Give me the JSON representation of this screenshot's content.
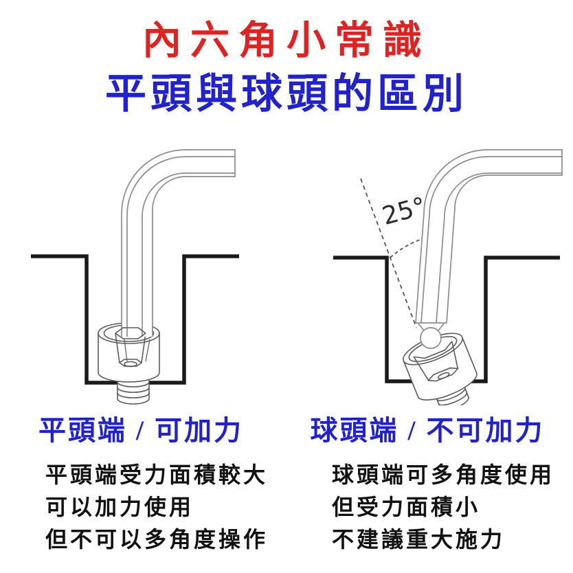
{
  "titles": {
    "main": "內六角小常識",
    "subtitle": "平頭與球頭的區別"
  },
  "labels": {
    "flat_head": "平頭端 / 可加力",
    "ball_head": "球頭端 / 不可加力"
  },
  "descriptions": {
    "flat_head": [
      "平頭端受力面積較大",
      "可以加力使用",
      "但不可以多角度操作"
    ],
    "ball_head": [
      "球頭端可多角度使用",
      "但受力面積小",
      "不建議重大施力"
    ]
  },
  "diagrams": {
    "flat_head": {
      "icon": "flat-end-hex-key-inserted-straight-in-socket-screw"
    },
    "ball_head": {
      "icon": "ball-end-hex-key-tilted-in-socket-screw",
      "angle_label": "25°"
    }
  },
  "colors": {
    "title_red": "#DE2323",
    "title_blue": "#2222CC",
    "text_black": "#111111",
    "key_outline_gray": "#8C8C8C",
    "screw_outline_gray": "#5A5A5A",
    "hole_outline_black": "#1A1A1A"
  }
}
